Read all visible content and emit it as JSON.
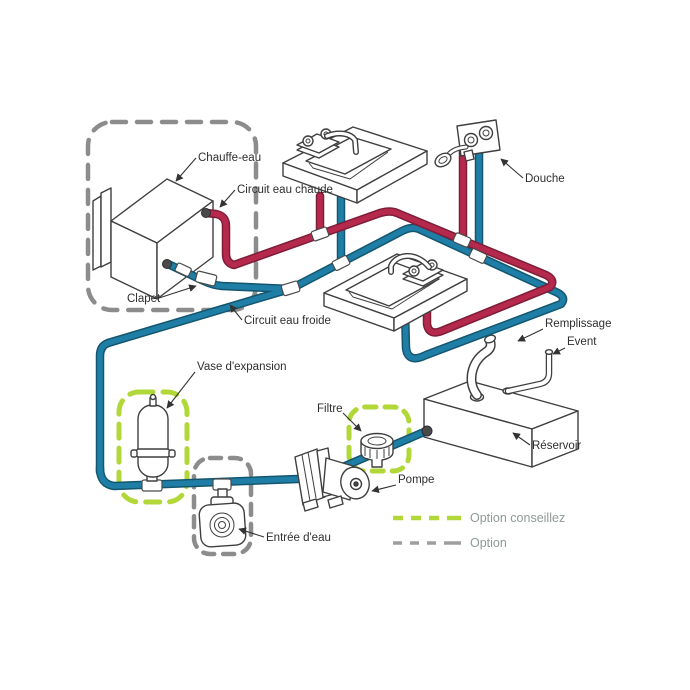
{
  "colors": {
    "hot": "#b5294d",
    "hot_outline": "#7e1d38",
    "cold": "#1f7ea6",
    "cold_outline": "#14566f",
    "recommended_green": "#b2d738",
    "optional_gray": "#9e9e9e",
    "zone_gray": "#8c8c8c",
    "ink": "#3f3f3f",
    "label_ink": "#2e2e2e",
    "legend_text": "#8f9a96"
  },
  "labels": {
    "chauffe_eau": "Chauffe-eau",
    "circuit_eau_chaude": "Circuit eau chaude",
    "clapet": "Clapet",
    "circuit_eau_froide": "Circuit eau froide",
    "douche": "Douche",
    "remplissage": "Remplissage",
    "event": "Event",
    "reservoir": "Réservoir",
    "vase_expansion": "Vase d'expansion",
    "filtre": "Filtre",
    "pompe": "Pompe",
    "entree_eau": "Entrée d'eau"
  },
  "legend": {
    "recommended": "Option conseillez",
    "optional": "Option"
  }
}
